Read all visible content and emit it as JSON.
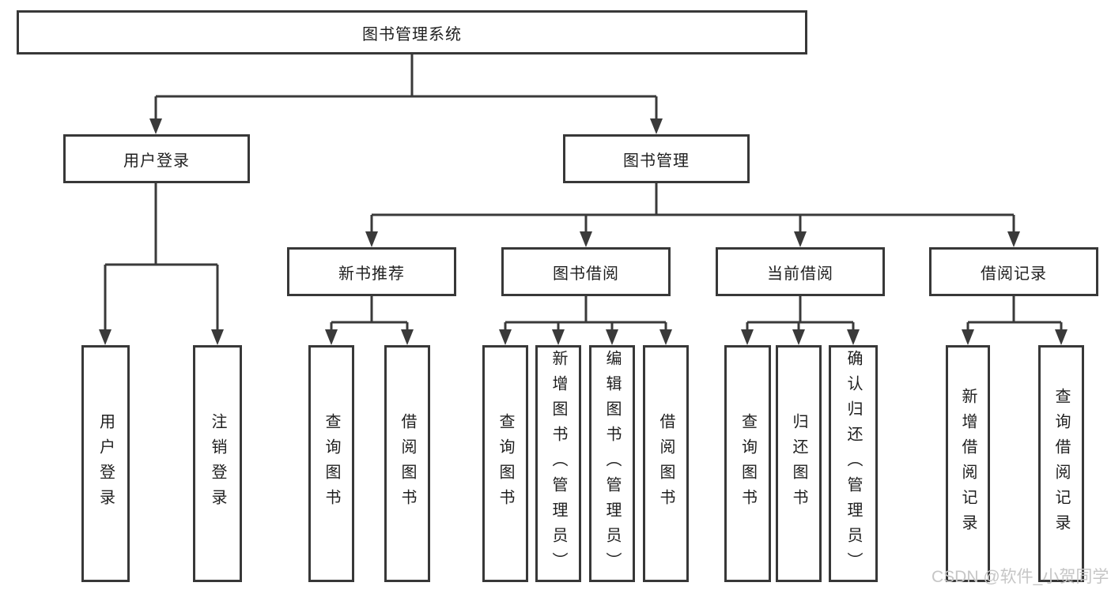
{
  "tree": {
    "root": {
      "label": "图书管理系统"
    },
    "children": [
      {
        "label": "用户登录",
        "children": [
          {
            "label": "用户登录"
          },
          {
            "label": "注销登录"
          }
        ]
      },
      {
        "label": "图书管理",
        "children": [
          {
            "label": "新书推荐",
            "children": [
              {
                "label": "查询图书"
              },
              {
                "label": "借阅图书"
              }
            ]
          },
          {
            "label": "图书借阅",
            "children": [
              {
                "label": "查询图书"
              },
              {
                "label": "新增图书（管理员）"
              },
              {
                "label": "编辑图书（管理员）"
              },
              {
                "label": "借阅图书"
              }
            ]
          },
          {
            "label": "当前借阅",
            "children": [
              {
                "label": "查询图书"
              },
              {
                "label": "归还图书"
              },
              {
                "label": "确认归还（管理员）"
              }
            ]
          },
          {
            "label": "借阅记录",
            "children": [
              {
                "label": "新增借阅记录"
              },
              {
                "label": "查询借阅记录"
              }
            ]
          }
        ]
      }
    ]
  },
  "watermark": "CSDN @软件_小贺同学",
  "colors": {
    "line": "#3a3a3a",
    "border": "#383838",
    "text": "#1f1f1f",
    "watermark": "#c6c6c6",
    "background": "#ffffff"
  }
}
